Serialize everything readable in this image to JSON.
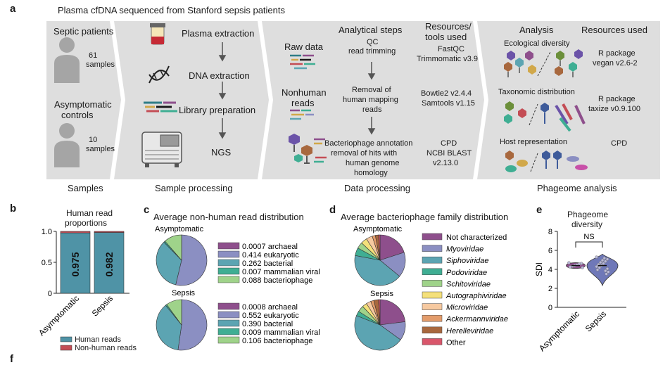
{
  "panel_a": {
    "letter": "a",
    "title": "Plasma cfDNA sequenced from Stanford sepsis patients",
    "samples": {
      "septic_label": "Septic patients",
      "septic_count": "61",
      "septic_unit": "samples",
      "asym_label": "Asymptomatic",
      "asym_label2": "controls",
      "asym_count": "10",
      "asym_unit": "samples",
      "footer": "Samples"
    },
    "sample_processing": {
      "steps": [
        "Plasma extraction",
        "DNA extraction",
        "Library preparation",
        "NGS"
      ],
      "footer": "Sample processing"
    },
    "data_processing": {
      "header_steps": "Analytical steps",
      "header_tools": "Resources/",
      "header_tools2": "tools used",
      "raw": "Raw data",
      "nonhuman": "Nonhuman",
      "nonhuman2": "reads",
      "step1": "QC",
      "step1b": "read trimming",
      "step2": "Removal of",
      "step2b": "human mapping",
      "step2c": "reads",
      "step3": "Bacteriophage annotation",
      "step3b": "removal of hits with",
      "step3c": "human genome",
      "step3d": "homology",
      "tool1": "FastQC",
      "tool1b": "Trimmomatic v3.9",
      "tool2": "Bowtie2 v2.4.4",
      "tool2b": "Samtools v1.15",
      "tool3": "CPD",
      "tool3b": "NCBI BLAST",
      "tool3c": "v2.13.0",
      "footer": "Data processing"
    },
    "phageome": {
      "header_analysis": "Analysis",
      "header_resources": "Resources used",
      "a1": "Ecological diversity",
      "a2": "Taxonomic distribution",
      "a3": "Host representation",
      "r1": "R package",
      "r1b": "vegan v2.6-2",
      "r2": "R package",
      "r2b": "taxize v0.9.100",
      "r3": "CPD",
      "footer": "Phageome analysis"
    }
  },
  "panel_b": {
    "letter": "b",
    "title": "Human read",
    "title2": "proportions",
    "legend_human": "Human reads",
    "legend_nonhuman": "Non-human reads",
    "colors": {
      "human": "#4f93a6",
      "nonhuman": "#c44d55"
    },
    "chart_data": {
      "type": "bar",
      "categories": [
        "Asymptomatic",
        "Sepsis"
      ],
      "series": [
        {
          "name": "Human reads",
          "values": [
            0.975,
            0.982
          ]
        },
        {
          "name": "Non-human reads",
          "values": [
            0.025,
            0.018
          ]
        }
      ],
      "ylim": [
        0,
        1.0
      ],
      "yticks": [
        "0",
        "0.5",
        "1.0"
      ],
      "labels": [
        "0.975",
        "0.982"
      ]
    }
  },
  "panel_c": {
    "letter": "c",
    "title": "Average non-human read distribution",
    "chart_data": [
      {
        "type": "pie",
        "label": "Asymptomatic",
        "slices": [
          {
            "name": "archaeal",
            "value": 0.0007,
            "text": "0.0007  archaeal",
            "color": "#8e4f8c"
          },
          {
            "name": "eukaryotic",
            "value": 0.414,
            "text": "0.414  eukaryotic",
            "color": "#8b8fc2"
          },
          {
            "name": "bacterial",
            "value": 0.262,
            "text": "0.262  bacterial",
            "color": "#5ca4b2"
          },
          {
            "name": "mammalian viral",
            "value": 0.007,
            "text": "0.007  mammalian viral",
            "color": "#3fae93"
          },
          {
            "name": "bacteriophage",
            "value": 0.088,
            "text": "0.088  bacteriophage",
            "color": "#9fd38a"
          }
        ]
      },
      {
        "type": "pie",
        "label": "Sepsis",
        "slices": [
          {
            "name": "archaeal",
            "value": 0.0008,
            "text": "0.0008  archaeal",
            "color": "#8e4f8c"
          },
          {
            "name": "eukaryotic",
            "value": 0.552,
            "text": "0.552  eukaryotic",
            "color": "#8b8fc2"
          },
          {
            "name": "bacterial",
            "value": 0.39,
            "text": "0.390  bacterial",
            "color": "#5ca4b2"
          },
          {
            "name": "mammalian viral",
            "value": 0.009,
            "text": "0.009  mammalian viral",
            "color": "#3fae93"
          },
          {
            "name": "bacteriophage",
            "value": 0.106,
            "text": "0.106  bacteriophage",
            "color": "#9fd38a"
          }
        ]
      }
    ]
  },
  "panel_d": {
    "letter": "d",
    "title": "Average bacteriophage family distribution",
    "labels": [
      "Asymptomatic",
      "Sepsis"
    ],
    "legend": [
      {
        "name": "Not characterized",
        "color": "#8e4f8c",
        "italic": false
      },
      {
        "name": "Myoviridae",
        "color": "#8b8fc2",
        "italic": true
      },
      {
        "name": "Siphoviridae",
        "color": "#5ca4b2",
        "italic": true
      },
      {
        "name": "Podoviridae",
        "color": "#3fae93",
        "italic": true
      },
      {
        "name": "Schitoviridae",
        "color": "#9fd38a",
        "italic": true
      },
      {
        "name": "Autographiviridae",
        "color": "#f4e07a",
        "italic": true
      },
      {
        "name": "Microviridae",
        "color": "#f6c9a0",
        "italic": true
      },
      {
        "name": "Ackermannviridae",
        "color": "#e39c6b",
        "italic": true
      },
      {
        "name": "Herelleviridae",
        "color": "#a8683e",
        "italic": true
      },
      {
        "name": "Other",
        "color": "#d9566b",
        "italic": false
      }
    ],
    "chart_data": [
      {
        "type": "pie",
        "label": "Asymptomatic",
        "values": [
          0.2,
          0.16,
          0.42,
          0.05,
          0.04,
          0.04,
          0.04,
          0.02,
          0.02,
          0.01
        ]
      },
      {
        "type": "pie",
        "label": "Sepsis",
        "values": [
          0.23,
          0.12,
          0.46,
          0.03,
          0.04,
          0.03,
          0.03,
          0.02,
          0.03,
          0.01
        ]
      }
    ]
  },
  "panel_e": {
    "letter": "e",
    "title": "Phageome",
    "title2": "diversity",
    "ylabel": "SDI",
    "sig": "NS",
    "chart_data": {
      "type": "violin",
      "categories": [
        "Asymptomatic",
        "Sepsis"
      ],
      "medians": [
        4.4,
        4.4
      ],
      "ranges": [
        [
          4.1,
          4.7
        ],
        [
          2.3,
          5.6
        ]
      ],
      "ylim": [
        0,
        8
      ],
      "yticks": [
        "0",
        "2",
        "4",
        "6",
        "8"
      ]
    }
  },
  "panel_f": {
    "letter": "f"
  }
}
